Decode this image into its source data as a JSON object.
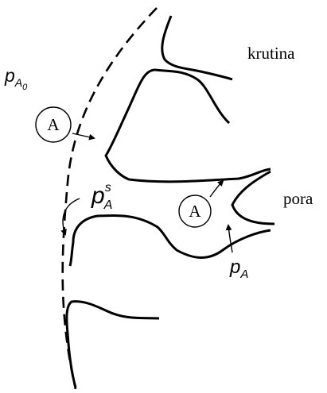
{
  "labels": {
    "solid": "krutina",
    "pore": "pora",
    "pressure_bulk": {
      "symbol": "p",
      "sub": "A",
      "subsub": "0"
    },
    "pressure_surface": {
      "symbol": "p",
      "sub": "A",
      "sup": "s"
    },
    "pressure_pore": {
      "symbol": "p",
      "sub": "A"
    },
    "molecule_outer": "A",
    "molecule_pore": "A"
  },
  "colors": {
    "line": "#000000",
    "background": "#ffffff"
  }
}
